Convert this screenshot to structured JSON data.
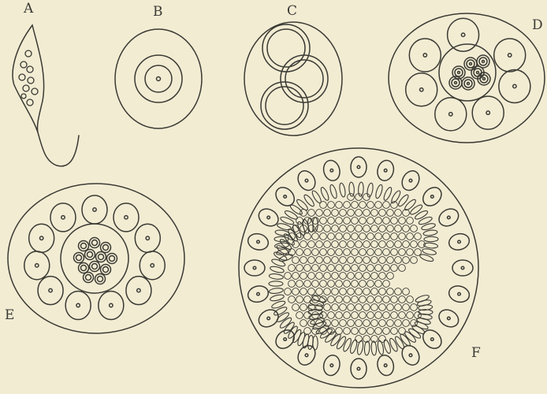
{
  "labels": {
    "a": "A",
    "b": "B",
    "c": "C",
    "d": "D",
    "e": "E",
    "f": "F"
  },
  "colors": {
    "paper": "#f2ecd3",
    "ink": "#3a3a34"
  }
}
